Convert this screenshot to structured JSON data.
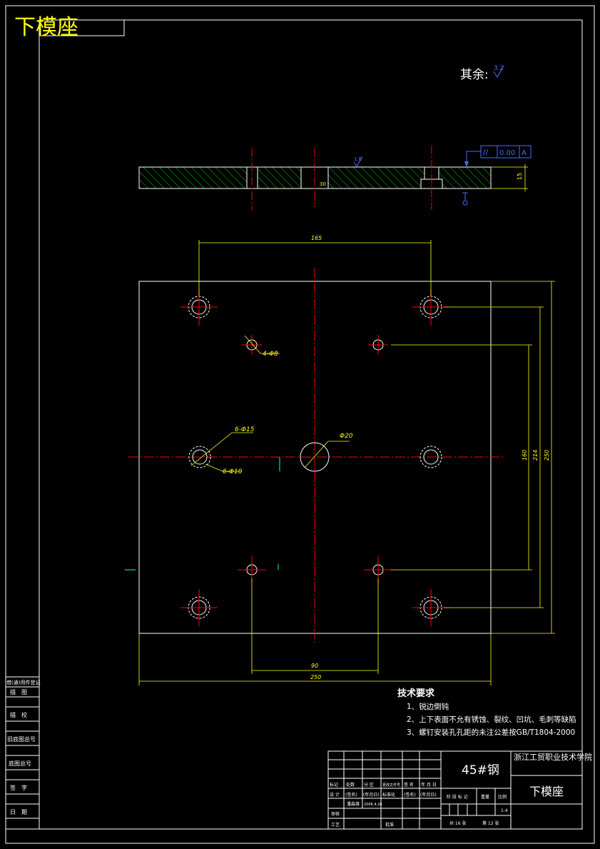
{
  "drawing": {
    "title_tag": "下模座",
    "roughness_note": {
      "label": "其余:",
      "value": "3.2"
    }
  },
  "section_view": {
    "roughness_top": "1.6",
    "flatness_symbol": "//",
    "flatness_tolerance": "0.00",
    "datum": "A",
    "thickness_dim": "15",
    "counterbore_dim": "30"
  },
  "plan_view": {
    "dim_top": "165",
    "dim_hole_spacing_bottom": "90",
    "dim_width": "250",
    "dim_160": "160",
    "dim_214": "214",
    "dim_height": "250",
    "callout_small_holes": "4-Φ8",
    "callout_center_hole": "Φ20",
    "callout_counterbore_outer": "6-Φ15",
    "callout_counterbore_inner": "6-Φ10"
  },
  "tech_requirements": {
    "heading": "技术要求",
    "items": [
      "1、锐边倒钝",
      "2、上下表面不允有锈蚀、裂纹、凹坑、毛刺等缺陷",
      "3、螺钉安装孔孔距的未注公差按GB/T1804-2000"
    ]
  },
  "left_strip": {
    "cells": [
      "借(通)用件登记",
      "描　图",
      "描　校",
      "旧底图总号",
      "底图总号",
      "签　字",
      "日　期"
    ]
  },
  "title_block": {
    "material": "45#钢",
    "institution": "浙江工贸职业技术学院",
    "part_name": "下模座",
    "rev_headers": [
      "标记",
      "处数",
      "分 区",
      "更改文件号",
      "签 名",
      "年 月 日"
    ],
    "sign_row": [
      "设 计",
      "(签名)",
      "(年月日)",
      "标准化",
      "(签名)",
      "(年月日)"
    ],
    "sign_row2": [
      "审核",
      "工艺",
      "批准"
    ],
    "designer_name": "潘淼雄",
    "design_date": "2006.4.26",
    "stage_label": "阶 段 标 记",
    "weight_label": "重量",
    "scale_label": "比例",
    "scale_value": "1:4",
    "sheets_total": "共 16 张",
    "sheet_no": "第 12 张"
  },
  "colors": {
    "border": "#ffffff",
    "centerline": "#ff0000",
    "dimension": "#ffff00",
    "hatch": "#00cc00",
    "datum_box": "#4a6bff",
    "title_tag": "#ffff00"
  }
}
